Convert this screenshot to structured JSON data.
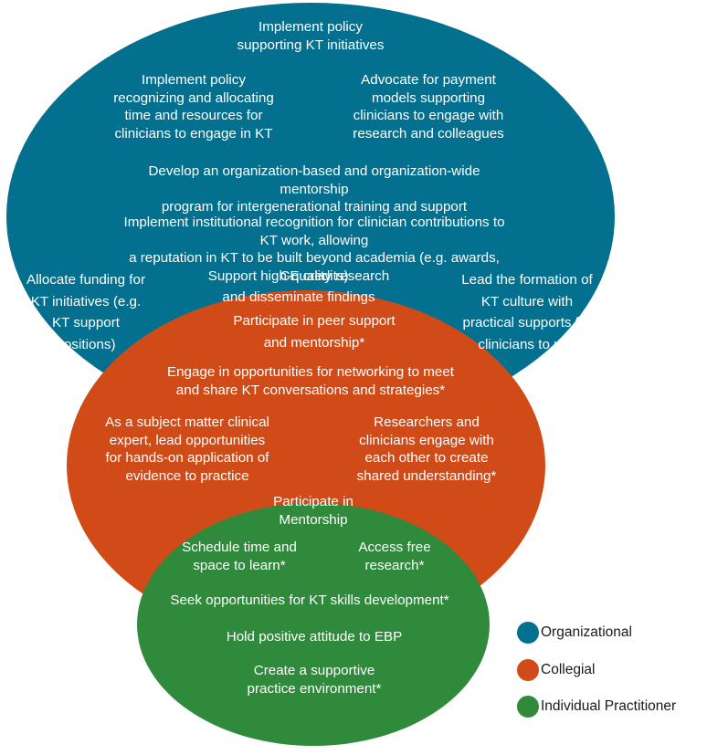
{
  "colors": {
    "organizational": "#02708e",
    "collegial": "#d14b19",
    "individual": "#2f8a3b",
    "text_on_shape": "#ffffff",
    "legend_text": "#1a1a1a"
  },
  "organizational": {
    "items": [
      "Implement policy\nsupporting KT initiatives",
      "Implement policy\nrecognizing and allocating\ntime and resources for\nclinicians to engage in KT",
      "Advocate for payment\nmodels supporting\nclinicians to engage with\nresearch and colleagues",
      "Develop an organization-based and organization-wide mentorship\nprogram for intergenerational training and support",
      "Implement institutional recognition for clinician contributions to KT work, allowing\na reputation in KT to be built beyond academia (e.g. awards, CE credits)",
      "Allocate funding for\nKT initiatives (e.g.\nKT support\npositions)",
      "Support high-quality research\nand disseminate findings",
      "Lead the formation of\nKT culture with\npractical supports for\nclinicians to use"
    ]
  },
  "collegial": {
    "items": [
      "Participate in peer support\nand mentorship*",
      "Engage in opportunities for networking to meet\nand share KT conversations and strategies*",
      "As a subject matter clinical\nexpert, lead opportunities\nfor hands-on application of\nevidence to practice",
      "Researchers and\nclinicians engage with\neach other to create\nshared understanding*"
    ]
  },
  "individual": {
    "items": [
      "Participate in\nMentorship",
      "Schedule time and\nspace to learn*",
      "Access free\nresearch*",
      "Seek opportunities for KT skills development*",
      "Hold positive attitude to EBP",
      "Create a supportive\npractice environment*"
    ]
  },
  "legend": {
    "items": [
      {
        "label": "Organizational",
        "color": "#02708e"
      },
      {
        "label": "Collegial",
        "color": "#d14b19"
      },
      {
        "label": "Individual Practitioner",
        "color": "#2f8a3b"
      }
    ]
  }
}
